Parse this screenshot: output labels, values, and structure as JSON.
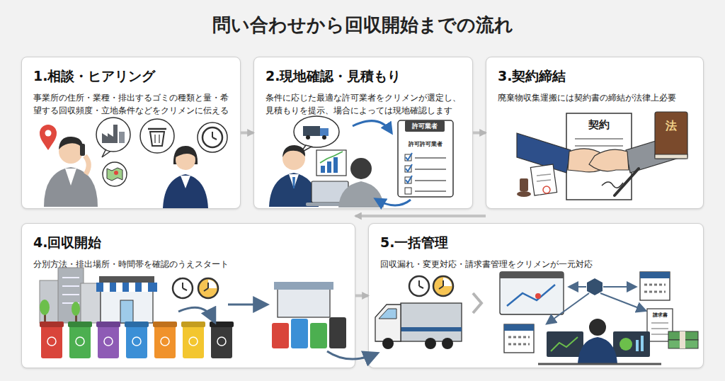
{
  "diagram": {
    "title": "問い合わせから回収開始までの流れ",
    "nodes": [
      {
        "text": [
          "1.相談・ヒアリング",
          "事業所の住所・業種・排出するゴミの種類と量・希望する回収頻度・立地条件などをクリメンに伝える"
        ]
      },
      {
        "text": [
          "2.現地確認・見積もり",
          "条件に応じた最適な許可業者をクリメンが選定し、見積もりを提示、場合によっては現地確認します"
        ]
      },
      {
        "text": [
          "3.契約締結",
          "廃棄物収集運搬には契約書の締結が法律上必要"
        ]
      },
      {
        "text": [
          "4.回収開始",
          "分別方法・排出場所・時間帯を確認のうえスタート"
        ]
      },
      {
        "text": [
          "5.一括管理",
          "回収漏れ・変更対応・請求書管理をクリメンが一元対応"
        ]
      }
    ],
    "edges": [
      {
        "from": 0,
        "to": 1,
        "arrow": "to"
      },
      {
        "from": 1,
        "to": 2,
        "arrow": "to"
      },
      {
        "from": 2,
        "to": 3,
        "arrow": "to"
      },
      {
        "from": 3,
        "to": 4,
        "arrow": "to"
      }
    ],
    "labels": [
      "許可業者",
      "許可許可業者",
      "契約",
      "法",
      "請求書"
    ]
  }
}
